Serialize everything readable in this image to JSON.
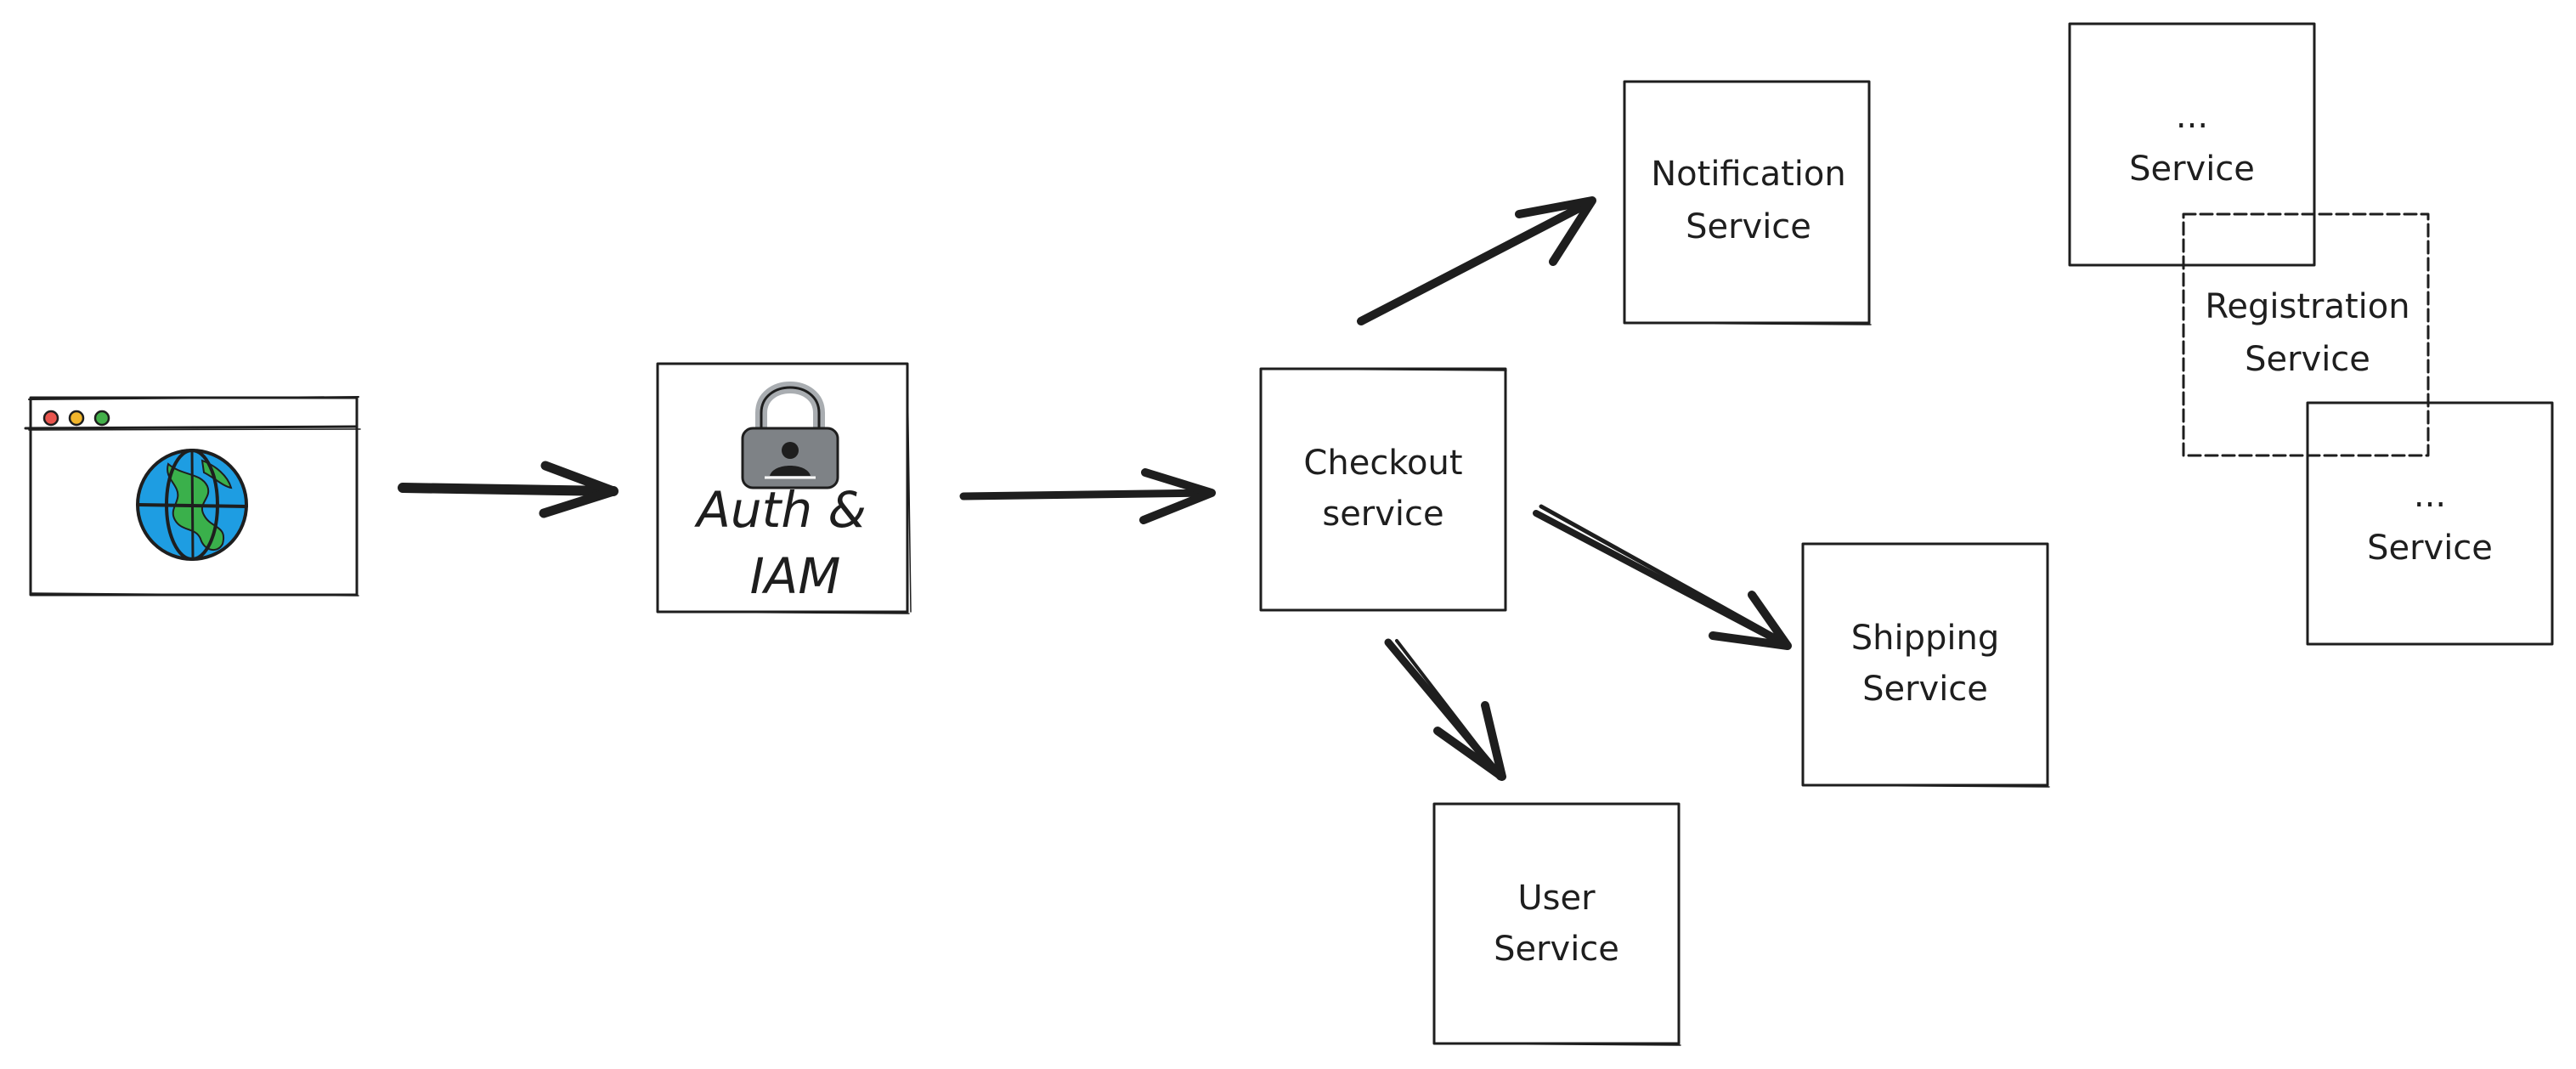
{
  "colors": {
    "ink": "#1e1e1e",
    "box_fill": "#eeeeee",
    "hatch_fill": "#ededed",
    "globe_ocean": "#1e9de2",
    "globe_land": "#3ab04b",
    "dot_red": "#e8554e",
    "dot_yellow": "#f2b62c",
    "dot_green": "#43b04a",
    "lock_body": "#7e8286",
    "lock_shackle": "#a9adb1"
  },
  "icons": {
    "browser": "browser-window-icon",
    "globe": "globe-icon",
    "lock": "padlock-user-icon"
  },
  "nodes": {
    "auth": {
      "line1": "Auth &",
      "line2": "IAM"
    },
    "checkout": {
      "line1": "Checkout",
      "line2": "service"
    },
    "notification": {
      "line1": "Notification",
      "line2": "Service"
    },
    "shipping": {
      "line1": "Shipping",
      "line2": "Service"
    },
    "user": {
      "line1": "User",
      "line2": "Service"
    },
    "future_1": {
      "line1": "...",
      "line2": "Service"
    },
    "registration": {
      "line1": "Registration",
      "line2": "Service"
    },
    "future_2": {
      "line1": "...",
      "line2": "Service"
    }
  },
  "edges": [
    {
      "from": "browser",
      "to": "auth"
    },
    {
      "from": "auth",
      "to": "checkout"
    },
    {
      "from": "checkout",
      "to": "notification"
    },
    {
      "from": "checkout",
      "to": "shipping"
    },
    {
      "from": "checkout",
      "to": "user"
    }
  ]
}
